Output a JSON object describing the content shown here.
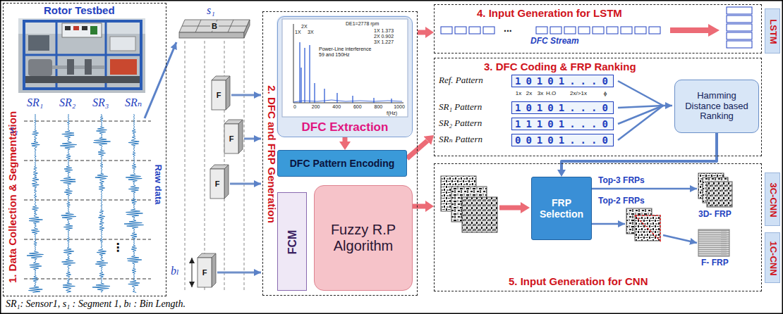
{
  "diagram": {
    "nodes": [
      {
        "text": [
          "1. Data Collection & Segmentation"
        ]
      },
      {
        "text": [
          "2. DFC and FRP Generation"
        ]
      },
      {
        "text": [
          "DFC Extraction"
        ],
        "in": 1
      },
      {
        "text": [
          "DFC Pattern Encoding"
        ],
        "in": 1
      },
      {
        "text": [
          "FCM"
        ],
        "in": 1
      },
      {
        "text": [
          "Fuzzy R.P Algorithm"
        ],
        "in": 1
      },
      {
        "text": [
          "4. Input Generation for LSTM"
        ]
      },
      {
        "text": [
          "3. DFC Coding & FRP Ranking"
        ]
      },
      {
        "text": [
          "Hamming Distance based Ranking"
        ],
        "in": 7
      },
      {
        "text": [
          "5. Input Generation for CNN"
        ]
      },
      {
        "text": [
          "FRP Selection"
        ],
        "in": 9
      },
      {
        "text": [
          "LSTM"
        ]
      },
      {
        "text": [
          "3C-CNN"
        ]
      },
      {
        "text": [
          "1C-CNN"
        ]
      }
    ],
    "edges": [
      {
        "from": 2,
        "to": 3,
        "arrow": "to"
      },
      {
        "from": 1,
        "to": 6,
        "arrow": "to"
      },
      {
        "from": 3,
        "to": 7,
        "arrow": "to"
      },
      {
        "from": 5,
        "to": 9,
        "arrow": "to"
      },
      {
        "from": 8,
        "to": 10,
        "arrow": "to"
      }
    ],
    "labels": [
      "Rotor Testbed",
      "SR₁",
      "SR₂",
      "SR₃",
      "SRₙ",
      "s₁",
      "Raw data",
      "s₁",
      "B",
      "F",
      "F",
      "F",
      "F",
      "bₗ",
      "DE1=2778 rpm",
      "1X",
      "2X",
      "3X",
      "Power-Line interference 59 and 150Hz",
      "1X 1.373",
      "2X 0.902",
      "3X 1.227",
      "0",
      "200",
      "400",
      "600",
      "800",
      "1000",
      "f(Hz)",
      "DFC Stream",
      "...",
      "Ref. Pattern",
      "10101...0",
      "1x",
      "2x",
      "3x",
      "H.O",
      "2x/>1x",
      "ϕ",
      "SR₁ Pattern",
      "10101...0",
      "SR₂ Pattern",
      "11101...0",
      "SRₙ Pattern",
      "00101...0",
      "Top-3 FRPs",
      "Top-2 FRPs",
      "3D- FRP",
      "F- FRP",
      "SR₁: Sensor1, s₁ : Segment 1, bₗ : Bin Length.",
      "⋮"
    ]
  }
}
